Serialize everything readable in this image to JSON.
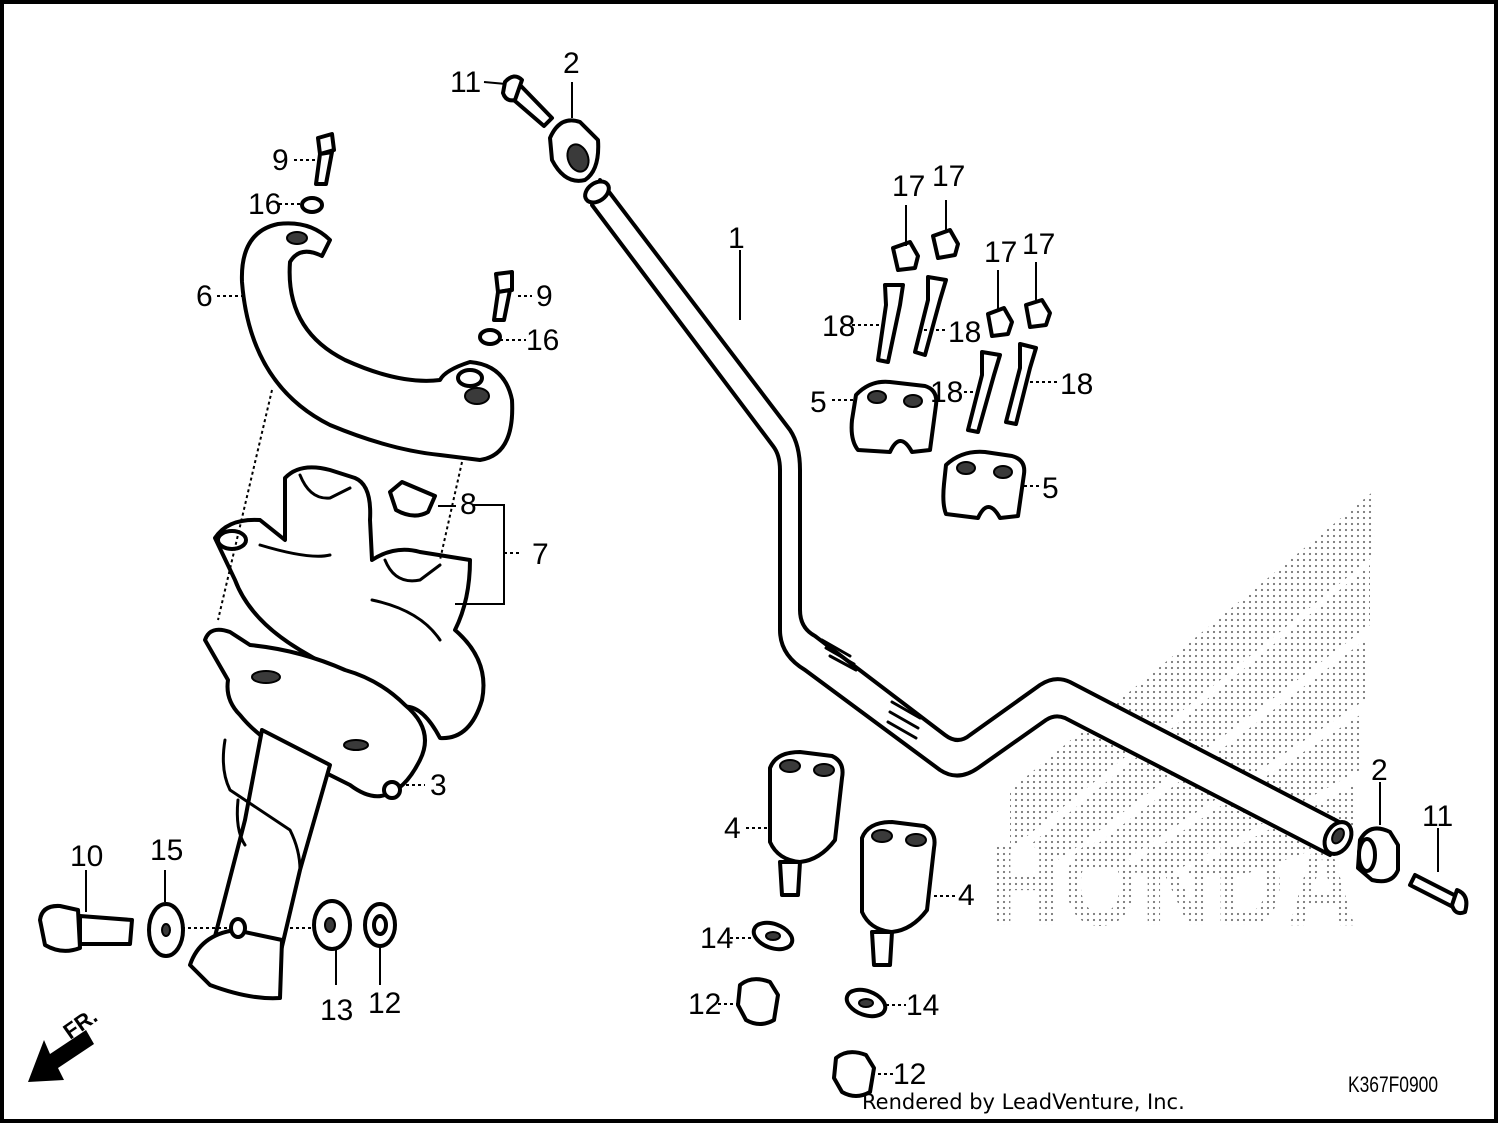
{
  "callouts": {
    "c1": "1",
    "c2a": "2",
    "c2b": "2",
    "c3": "3",
    "c4a": "4",
    "c4b": "4",
    "c5a": "5",
    "c5b": "5",
    "c6": "6",
    "c7": "7",
    "c8": "8",
    "c9a": "9",
    "c9b": "9",
    "c10": "10",
    "c11a": "11",
    "c11b": "11",
    "c12a": "12",
    "c12b": "12",
    "c12c": "12",
    "c13": "13",
    "c14a": "14",
    "c14b": "14",
    "c15": "15",
    "c16a": "16",
    "c16b": "16",
    "c17a": "17",
    "c17b": "17",
    "c17c": "17",
    "c17d": "17",
    "c18a": "18",
    "c18b": "18",
    "c18c": "18",
    "c18d": "18"
  },
  "watermark": {
    "brand": "HONDA"
  },
  "diagram_code": "K367F0900",
  "direction": "FR.",
  "credit": "Rendered by LeadVenture, Inc."
}
